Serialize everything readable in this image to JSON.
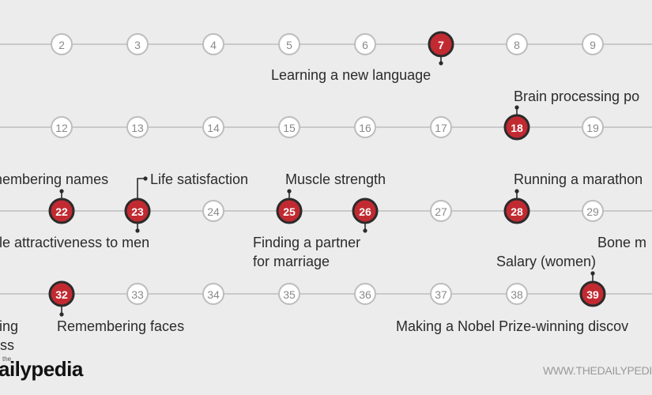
{
  "rows": [
    {
      "ages": [
        {
          "age": "2",
          "peak": false
        },
        {
          "age": "3",
          "peak": false
        },
        {
          "age": "4",
          "peak": false
        },
        {
          "age": "5",
          "peak": false
        },
        {
          "age": "6",
          "peak": false
        },
        {
          "age": "7",
          "peak": true
        },
        {
          "age": "8",
          "peak": false
        },
        {
          "age": "9",
          "peak": false
        }
      ]
    },
    {
      "ages": [
        {
          "age": "12",
          "peak": false
        },
        {
          "age": "13",
          "peak": false
        },
        {
          "age": "14",
          "peak": false
        },
        {
          "age": "15",
          "peak": false
        },
        {
          "age": "16",
          "peak": false
        },
        {
          "age": "17",
          "peak": false
        },
        {
          "age": "18",
          "peak": true
        },
        {
          "age": "19",
          "peak": false
        }
      ]
    },
    {
      "ages": [
        {
          "age": "22",
          "peak": true
        },
        {
          "age": "23",
          "peak": true
        },
        {
          "age": "24",
          "peak": false
        },
        {
          "age": "25",
          "peak": true
        },
        {
          "age": "26",
          "peak": true
        },
        {
          "age": "27",
          "peak": false
        },
        {
          "age": "28",
          "peak": true
        },
        {
          "age": "29",
          "peak": false
        }
      ]
    },
    {
      "ages": [
        {
          "age": "32",
          "peak": true
        },
        {
          "age": "33",
          "peak": false
        },
        {
          "age": "34",
          "peak": false
        },
        {
          "age": "35",
          "peak": false
        },
        {
          "age": "36",
          "peak": false
        },
        {
          "age": "37",
          "peak": false
        },
        {
          "age": "38",
          "peak": false
        },
        {
          "age": "39",
          "peak": true
        }
      ]
    }
  ],
  "labels": [
    {
      "age": "7",
      "lines": [
        "Learning a new language"
      ]
    },
    {
      "age": "18",
      "lines": [
        "Brain processing po"
      ]
    },
    {
      "age": "22",
      "lines": [
        "emembering names"
      ]
    },
    {
      "age": "22b",
      "lines": [
        "male attractiveness to men"
      ]
    },
    {
      "age": "23",
      "lines": [
        "Life satisfaction"
      ]
    },
    {
      "age": "25",
      "lines": [
        "Muscle strength"
      ]
    },
    {
      "age": "26",
      "lines": [
        "Finding a partner",
        "for marriage"
      ]
    },
    {
      "age": "28",
      "lines": [
        "Running a marathon"
      ]
    },
    {
      "age": "29",
      "lines": [
        "Bone m"
      ]
    },
    {
      "age": "39",
      "lines": [
        "Salary (women)"
      ]
    },
    {
      "age": "32",
      "lines": [
        "Remembering faces"
      ]
    },
    {
      "age": "31",
      "lines": [
        "ying",
        "ess"
      ]
    },
    {
      "age": "38",
      "lines": [
        "Making a Nobel Prize-winning discov"
      ]
    }
  ],
  "colors": {
    "peak": "#c22a31",
    "line": "#c9c9c9",
    "text": "#2b2b2b"
  },
  "footer": {
    "brand_small": "the",
    "brand": "ailypedia",
    "url": "WWW.THEDAILYPEDI"
  }
}
